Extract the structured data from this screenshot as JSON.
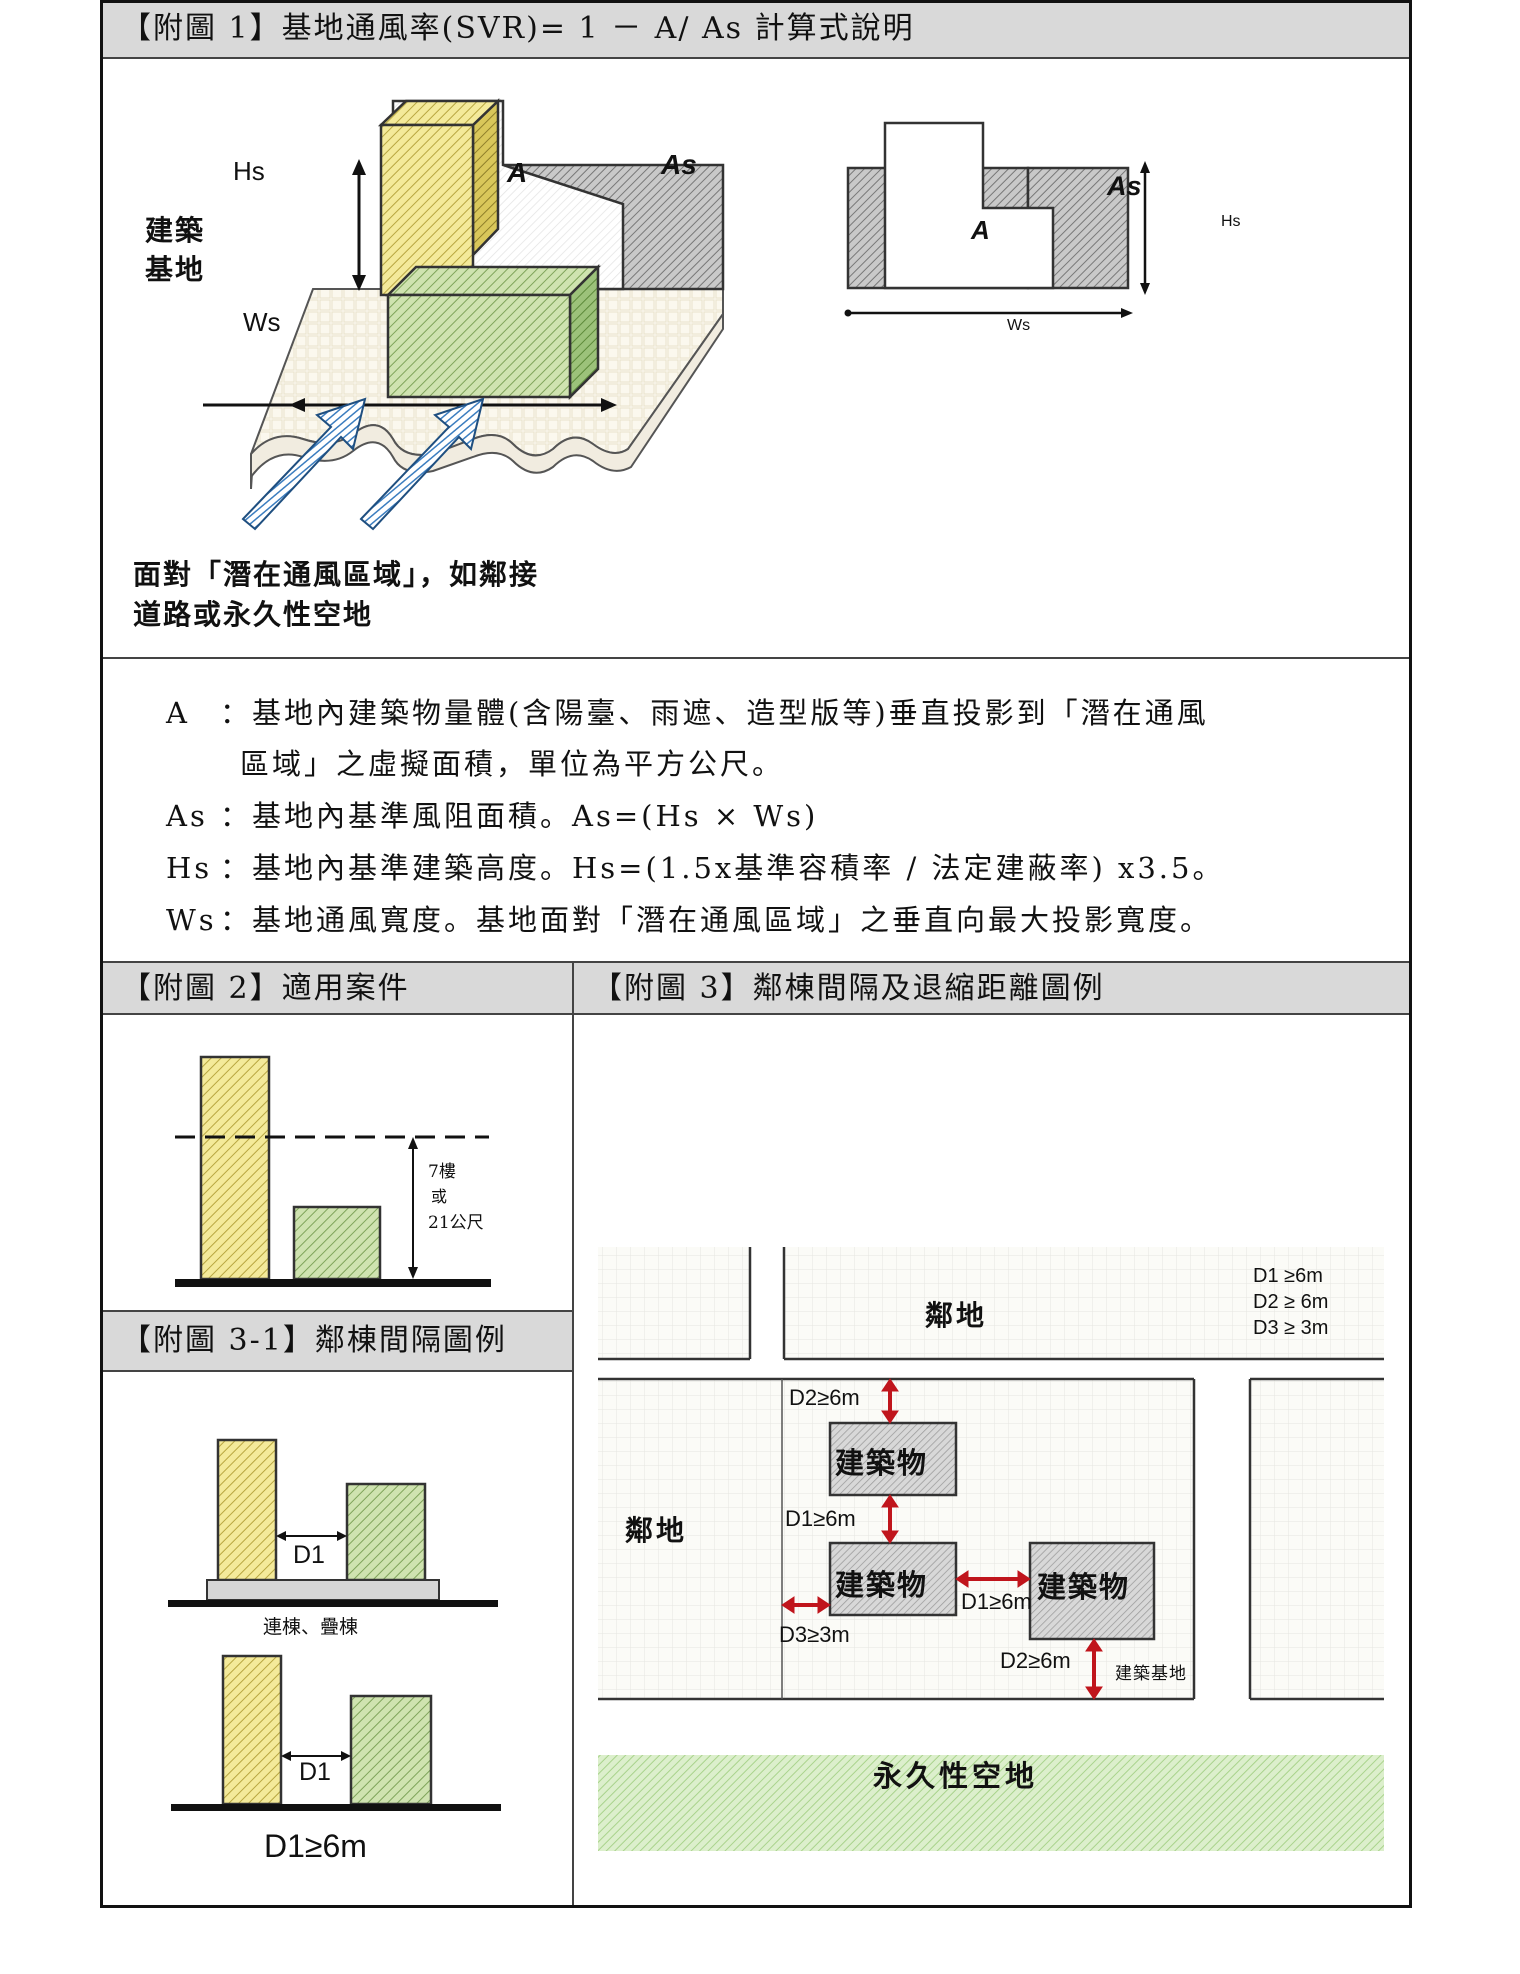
{
  "fig1": {
    "header": "【附圖 1】基地通風率(SVR)= 1 － A/ As 計算式說明",
    "left": {
      "label_hs": "Hs",
      "label_a": "A",
      "label_as": "As",
      "label_ws": "Ws",
      "site_label_line1": "建築",
      "site_label_line2": "基地",
      "caption_line1": "面對「潛在通風區域」，如鄰接",
      "caption_line2": "道路或永久性空地"
    },
    "right": {
      "label_a": "A",
      "label_as": "As",
      "label_hs": "Hs",
      "label_ws": "Ws"
    }
  },
  "definitions": [
    {
      "term": "A",
      "text": "：基地內建築物量體(含陽臺、雨遮、造型版等)垂直投影到「潛在通風",
      "cont": "區域」之虛擬面積，單位為平方公尺。"
    },
    {
      "term": "As",
      "text": "：基地內基準風阻面積。As=(Hs × Ws)"
    },
    {
      "term": "Hs",
      "text": "：基地內基準建築高度。Hs=(1.5x基準容積率 / 法定建蔽率) x3.5。"
    },
    {
      "term": "Ws",
      "text": "：基地通風寬度。基地面對「潛在通風區域」之垂直向最大投影寬度。"
    }
  ],
  "fig2": {
    "header": "【附圖 2】適用案件",
    "height_label_1": "7樓",
    "height_label_2": "或",
    "height_label_3": "21公尺"
  },
  "fig31": {
    "header": "【附圖 3-1】鄰棟間隔圖例",
    "d1_label_top": "D1",
    "base_caption": "連棟、疊棟",
    "d1_label_bottom": "D1",
    "rule": "D1≥6m"
  },
  "fig3": {
    "header": "【附圖 3】鄰棟間隔及退縮距離圖例",
    "neighbor_top": "鄰地",
    "neighbor_left": "鄰地",
    "legend": [
      "D1 ≥6m",
      "D2 ≥ 6m",
      "D3 ≥ 3m"
    ],
    "building_1": "建築物",
    "building_2": "建築物",
    "building_3": "建築物",
    "d2_top": "D2≥6m",
    "d1_vertical": "D1≥6m",
    "d1_horizontal": "D1≥6m",
    "d3_left": "D3≥3m",
    "d2_bottom": "D2≥6m",
    "site_label": "建築基地",
    "open_space": "永久性空地"
  }
}
